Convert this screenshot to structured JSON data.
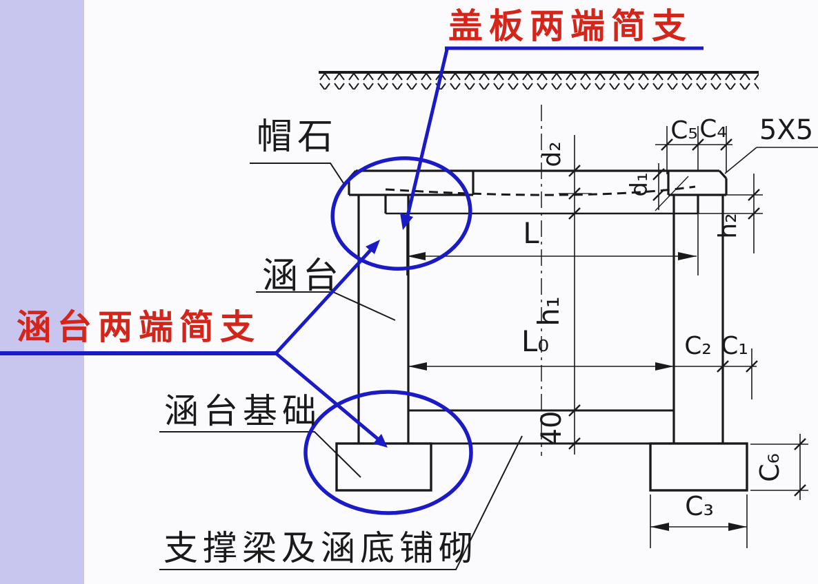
{
  "colors": {
    "background": "#fbfafd",
    "accent_bar": "#c8c6ee",
    "ink": "#1a1a1a",
    "red": "#d3251a",
    "blue": "#1b1bc6"
  },
  "notes": {
    "top": "盖板两端简支",
    "left": "涵台两端简支"
  },
  "part_labels": {
    "cap_stone": "帽石",
    "abutment": "涵台",
    "abutment_foundation": "涵台基础",
    "support_beam_and_paving": "支撑梁及涵底铺砌"
  },
  "dim_labels": {
    "c5": "C₅",
    "c4": "C₄",
    "chamfer": "5X5",
    "d2": "d₂",
    "d1": "d₁",
    "h2": "h₂",
    "L": "L",
    "h1": "h₁",
    "L0": "L₀",
    "c2": "C₂",
    "c1": "C₁",
    "n40": "40",
    "c6": "C₆",
    "c3": "C₃"
  }
}
